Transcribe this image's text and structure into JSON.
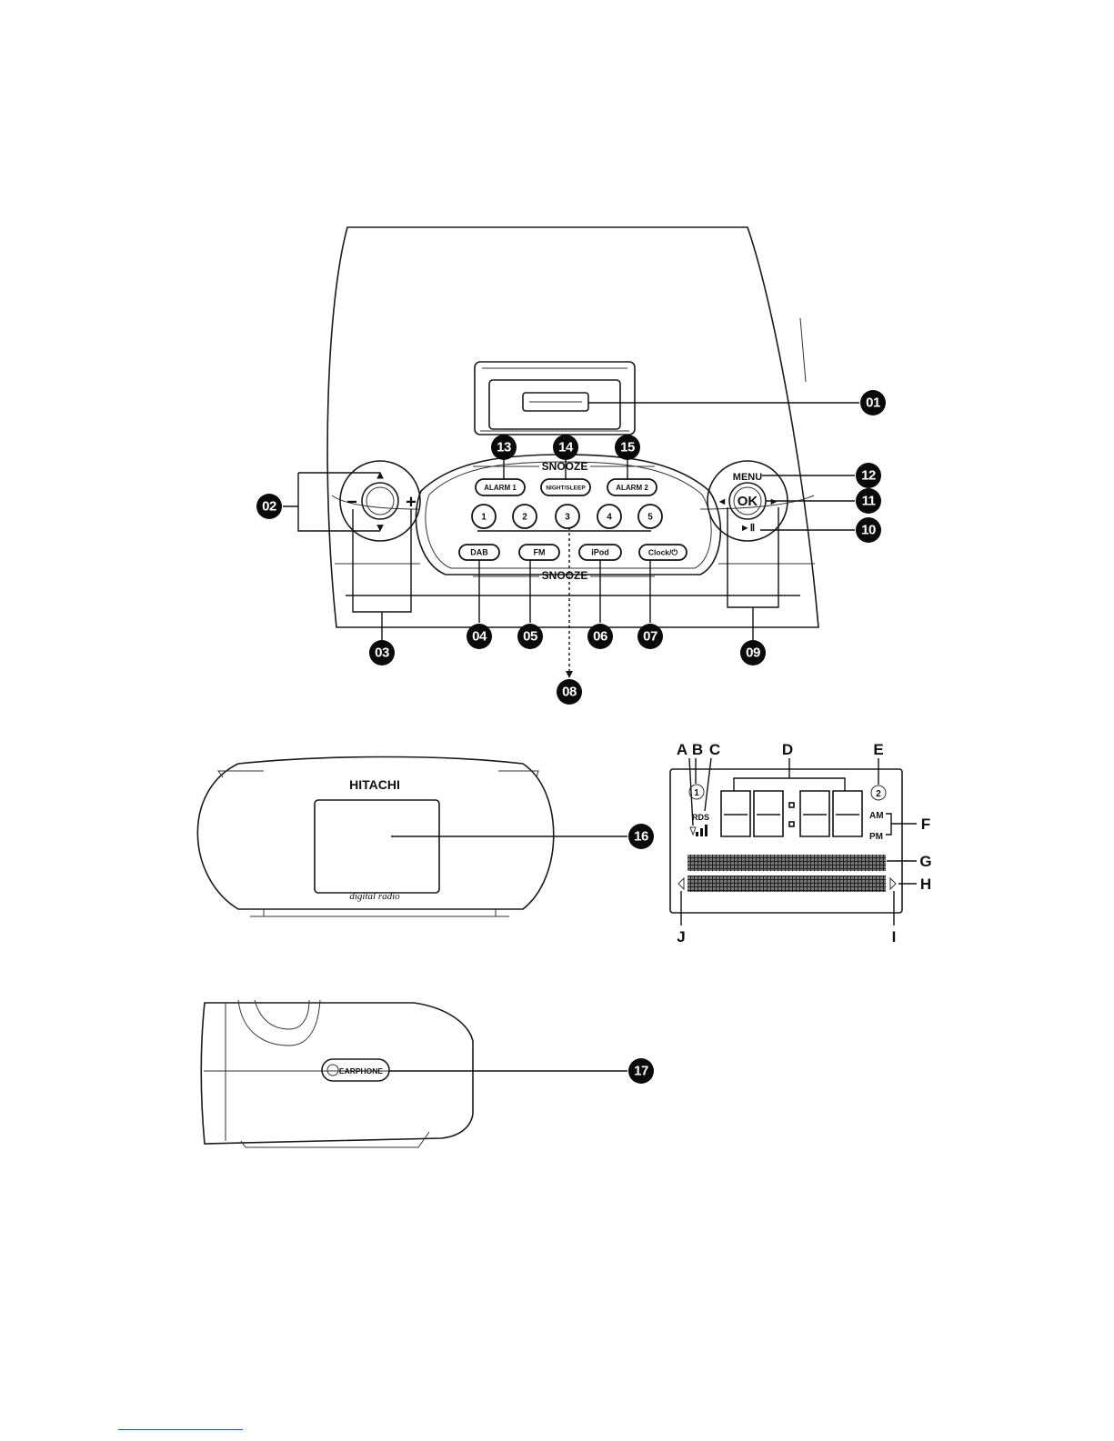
{
  "top_view": {
    "snooze_top_label": "SNOOZE",
    "snooze_bottom_label": "SNOOZE",
    "buttons": {
      "alarm1": "ALARM 1",
      "night_sleep": "NIGHT/SLEEP",
      "alarm2": "ALARM 2",
      "preset1": "1",
      "preset2": "2",
      "preset3": "3",
      "preset4": "4",
      "preset5": "5",
      "dab": "DAB",
      "fm": "FM",
      "ipod": "iPod",
      "clock": "Clock/⏻",
      "menu": "MENU",
      "ok": "OK",
      "play_pause": "►Ⅱ",
      "left_arrow": "◄",
      "right_arrow": "►",
      "vol_minus": "−",
      "vol_plus": "+",
      "up_arrow": "▲",
      "down_arrow": "▼"
    },
    "callouts": {
      "c01": "01",
      "c02": "02",
      "c03": "03",
      "c04": "04",
      "c05": "05",
      "c06": "06",
      "c07": "07",
      "c08": "08",
      "c09": "09",
      "c10": "10",
      "c11": "11",
      "c12": "12",
      "c13": "13",
      "c14": "14",
      "c15": "15"
    }
  },
  "front_view": {
    "brand": "HITACHI",
    "logo_text": "digital radio",
    "callout": "16"
  },
  "lcd": {
    "letters": {
      "a": "A",
      "b": "B",
      "c": "C",
      "d": "D",
      "e": "E",
      "f": "F",
      "g": "G",
      "h": "H",
      "i": "I",
      "j": "J"
    },
    "alarm1_icon_digit": "1",
    "alarm2_icon_digit": "2",
    "rds_label": "RDS",
    "am_label": "AM",
    "pm_label": "PM"
  },
  "side_view": {
    "earphone_label": "EARPHONE",
    "callout": "17"
  }
}
